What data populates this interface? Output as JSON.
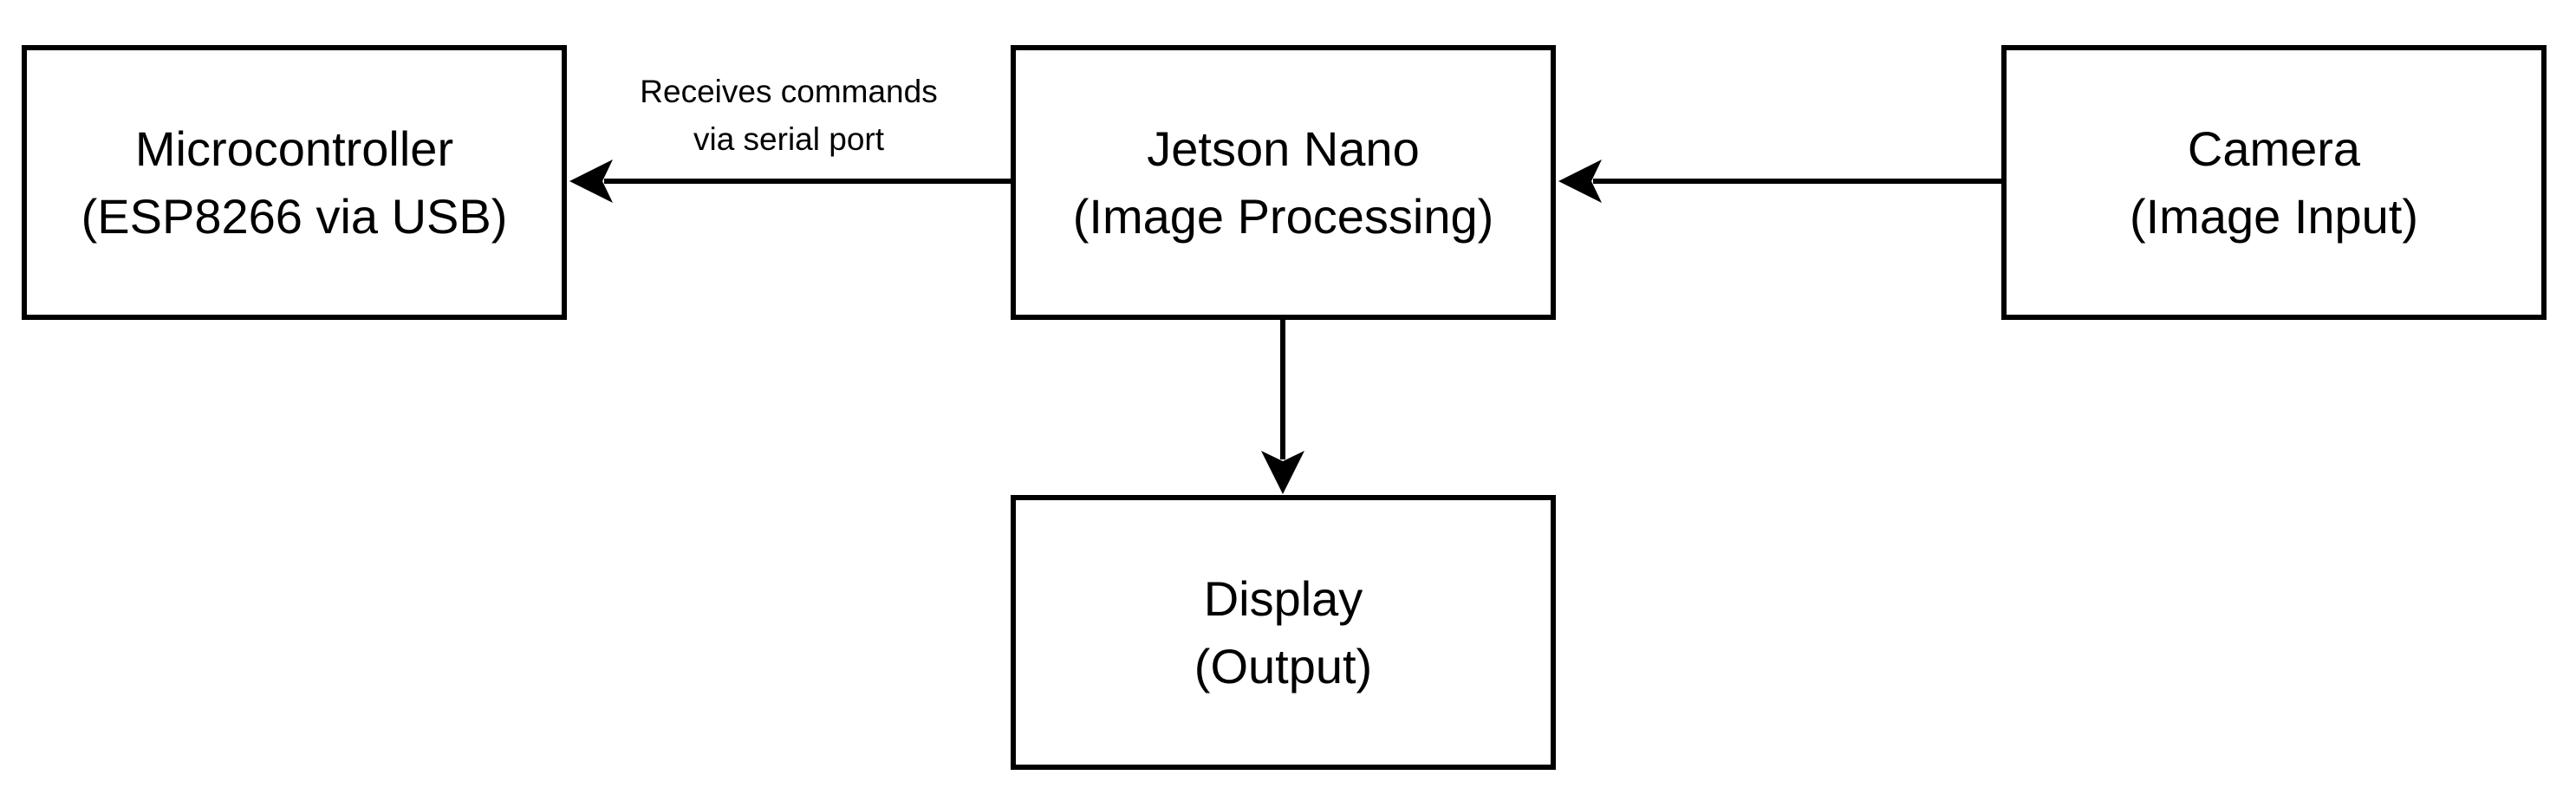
{
  "nodes": {
    "microcontroller": {
      "line1": "Microcontroller",
      "line2": "(ESP8266 via USB)"
    },
    "jetson": {
      "line1": "Jetson Nano",
      "line2": "(Image Processing)"
    },
    "camera": {
      "line1": "Camera",
      "line2": "(Image Input)"
    },
    "display": {
      "line1": "Display",
      "line2": "(Output)"
    }
  },
  "edges": [
    {
      "from": "camera",
      "to": "jetson"
    },
    {
      "from": "jetson",
      "to": "microcontroller",
      "label_line1": "Receives commands",
      "label_line2": "via serial port"
    },
    {
      "from": "jetson",
      "to": "display"
    }
  ],
  "colors": {
    "line": "#000000",
    "background": "#ffffff"
  }
}
